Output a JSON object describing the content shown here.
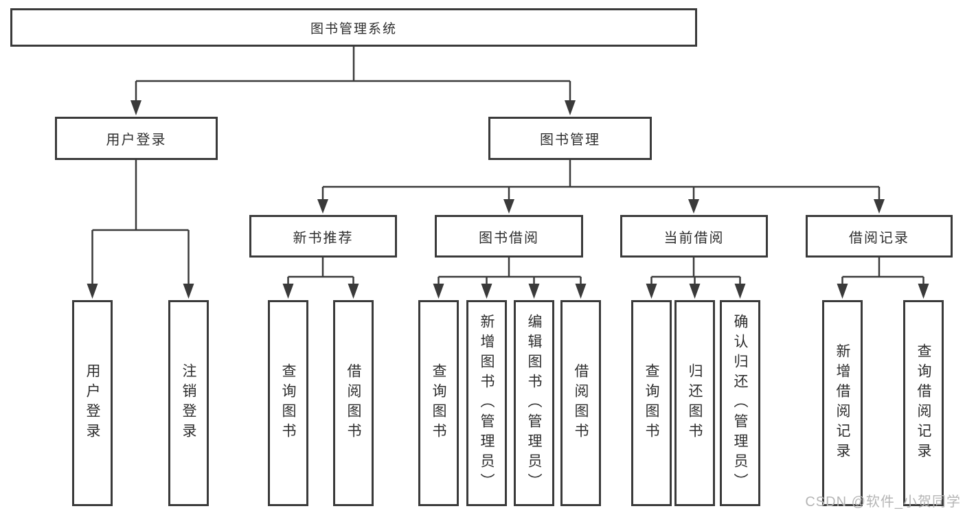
{
  "diagram": {
    "root": {
      "label": "图书管理系统"
    },
    "level2": {
      "user_login": {
        "label": "用户登录"
      },
      "book_management": {
        "label": "图书管理"
      }
    },
    "level3": {
      "new_book_recommend": {
        "label": "新书推荐"
      },
      "book_borrow": {
        "label": "图书借阅"
      },
      "current_borrow": {
        "label": "当前借阅"
      },
      "borrow_records": {
        "label": "借阅记录"
      }
    },
    "leaves": {
      "user_login": [
        "用户登录",
        "注销登录"
      ],
      "new_book_recommend": [
        "查询图书",
        "借阅图书"
      ],
      "book_borrow": [
        "查询图书",
        "新增图书（管理员）",
        "编辑图书（管理员）",
        "借阅图书"
      ],
      "current_borrow": [
        "查询图书",
        "归还图书",
        "确认归还（管理员）"
      ],
      "borrow_records": [
        "新增借阅记录",
        "查询借阅记录"
      ]
    }
  },
  "watermark": {
    "text": "CSDN @软件_小贺同学"
  },
  "colors": {
    "line": "#3a3a3a",
    "box_border": "#3a3a3a",
    "text": "#2e2e2e",
    "watermark": "#b5b5b5",
    "background": "#ffffff"
  }
}
